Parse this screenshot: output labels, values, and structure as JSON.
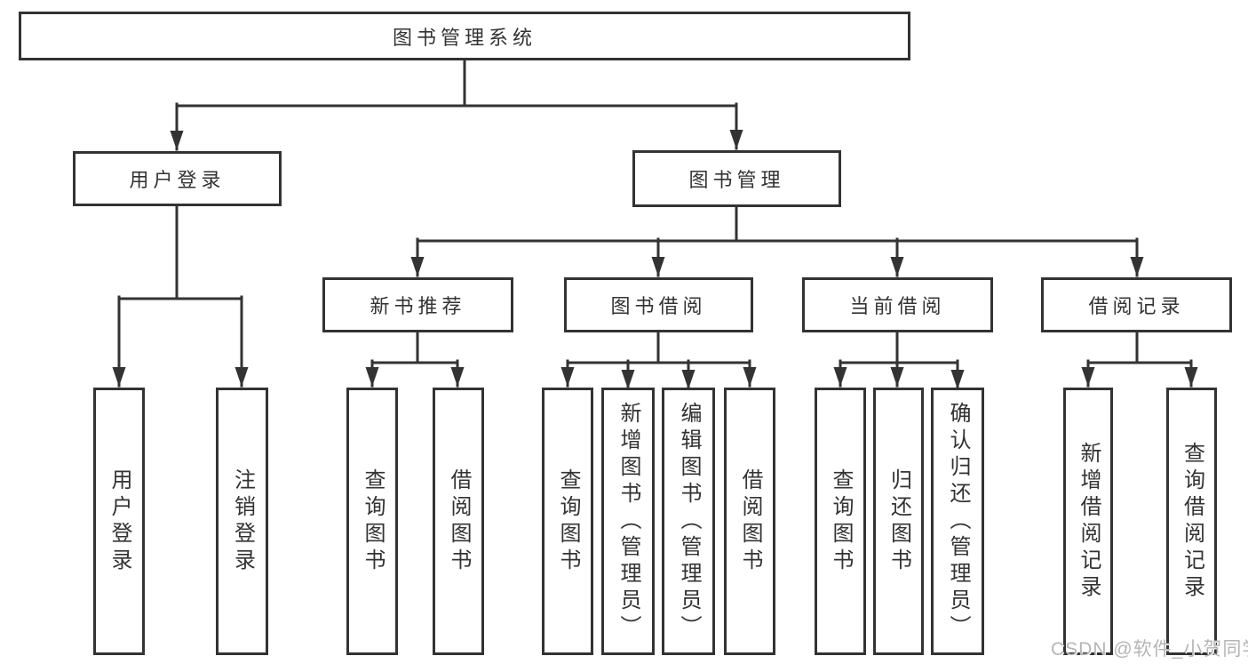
{
  "page": {
    "background": "#ffffff"
  },
  "colors": {
    "line": "#333333",
    "box_border": "#333333",
    "text": "#333333",
    "watermark_text": "#b5b5b5"
  },
  "tree": {
    "root": {
      "label": "图书管理系统"
    },
    "branches": [
      {
        "label": "用户登录",
        "children": [
          {
            "label": "用户登录"
          },
          {
            "label": "注销登录"
          }
        ]
      },
      {
        "label": "图书管理",
        "children": [
          {
            "label": "新书推荐",
            "children": [
              {
                "label": "查询图书"
              },
              {
                "label": "借阅图书"
              }
            ]
          },
          {
            "label": "图书借阅",
            "children": [
              {
                "label": "查询图书"
              },
              {
                "label": "新增图书（管理员）"
              },
              {
                "label": "编辑图书（管理员）"
              },
              {
                "label": "借阅图书"
              }
            ]
          },
          {
            "label": "当前借阅",
            "children": [
              {
                "label": "查询图书"
              },
              {
                "label": "归还图书"
              },
              {
                "label": "确认归还（管理员）"
              }
            ]
          },
          {
            "label": "借阅记录",
            "children": [
              {
                "label": "新增借阅记录"
              },
              {
                "label": "查询借阅记录"
              }
            ]
          }
        ]
      }
    ]
  },
  "watermark": {
    "text": "CSDN @软件_小贺同学"
  }
}
